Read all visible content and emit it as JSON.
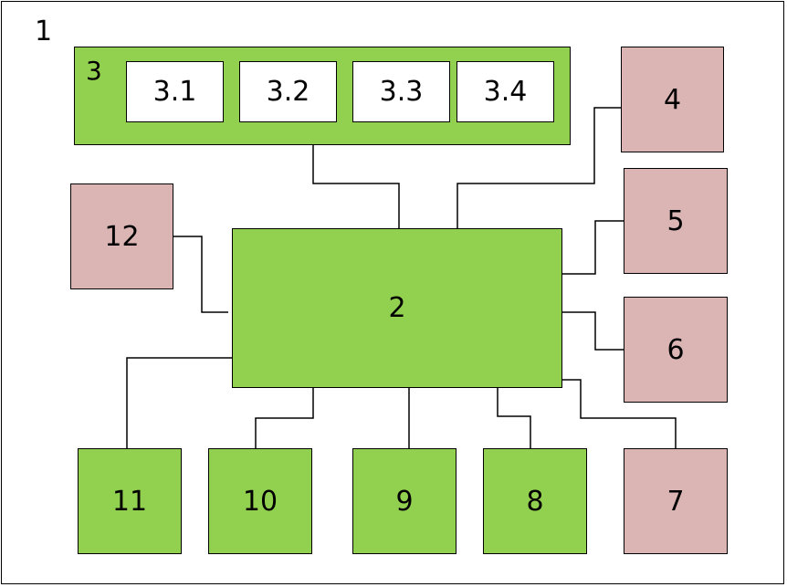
{
  "diagram": {
    "outer_label": "1",
    "group": {
      "label": "3",
      "items": [
        "3.1",
        "3.2",
        "3.3",
        "3.4"
      ]
    },
    "central": "2",
    "side_left": "12",
    "right_boxes": [
      "4",
      "5",
      "6",
      "7"
    ],
    "bottom_boxes": [
      "11",
      "10",
      "9",
      "8"
    ],
    "colors": {
      "green": "#92d050",
      "pink": "#dbb4b4",
      "white": "#ffffff"
    }
  }
}
